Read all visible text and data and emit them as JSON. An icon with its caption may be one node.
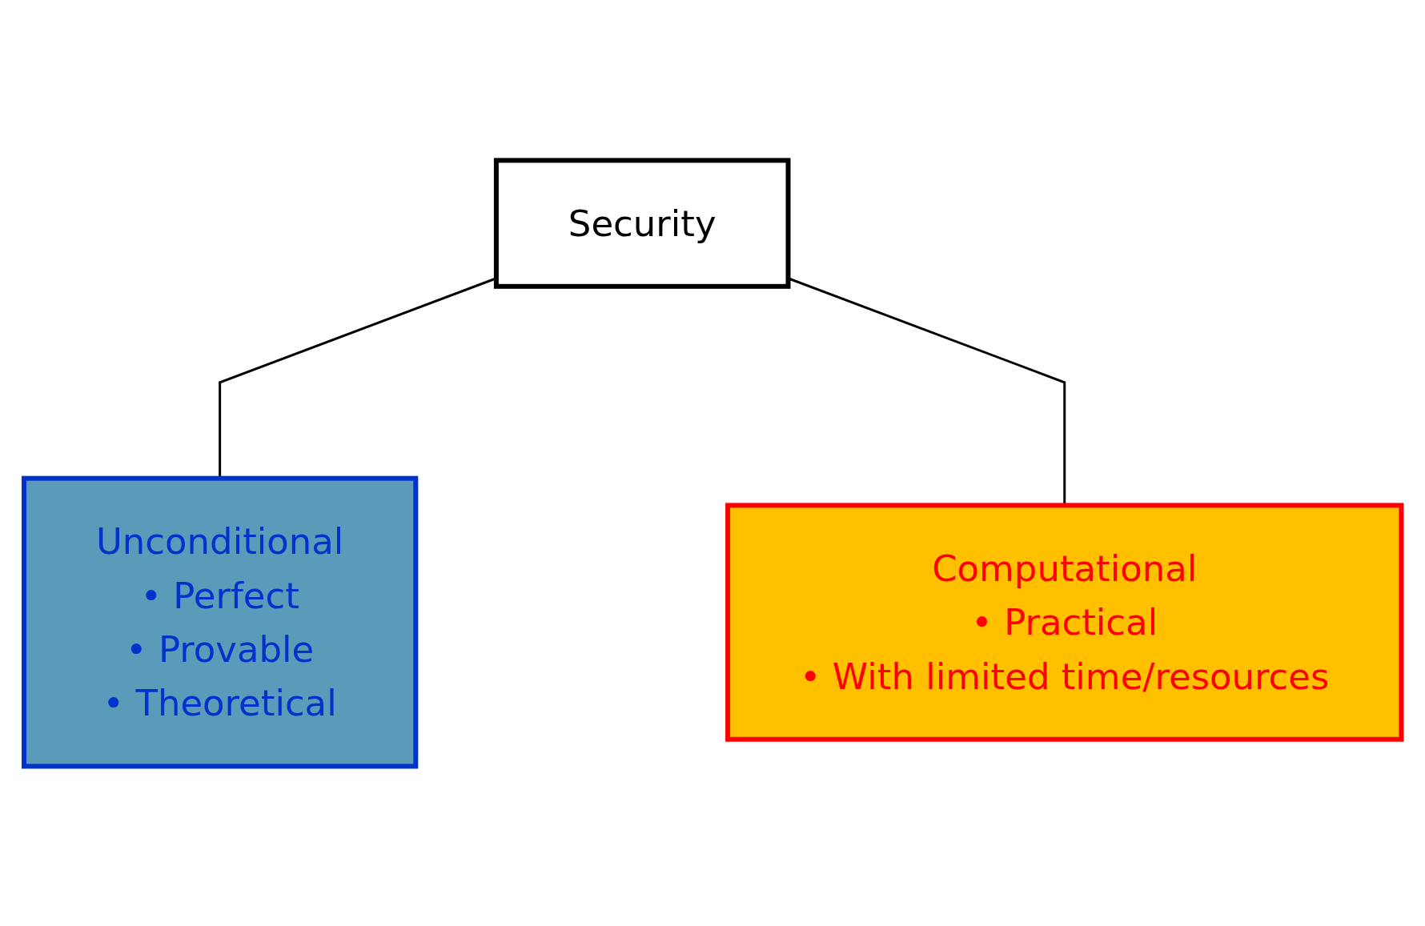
{
  "diagram": {
    "nodes": [
      {
        "text": [
          "Security"
        ]
      },
      {
        "text": [
          "Unconditional",
          "• Perfect",
          "• Provable",
          "• Theoretical"
        ]
      },
      {
        "text": [
          "Computational",
          "• Practical",
          "• With limited time/resources"
        ]
      }
    ],
    "edges": [
      {
        "from": 0,
        "to": 1,
        "arrow": "none"
      },
      {
        "from": 0,
        "to": 2,
        "arrow": "none"
      }
    ]
  }
}
